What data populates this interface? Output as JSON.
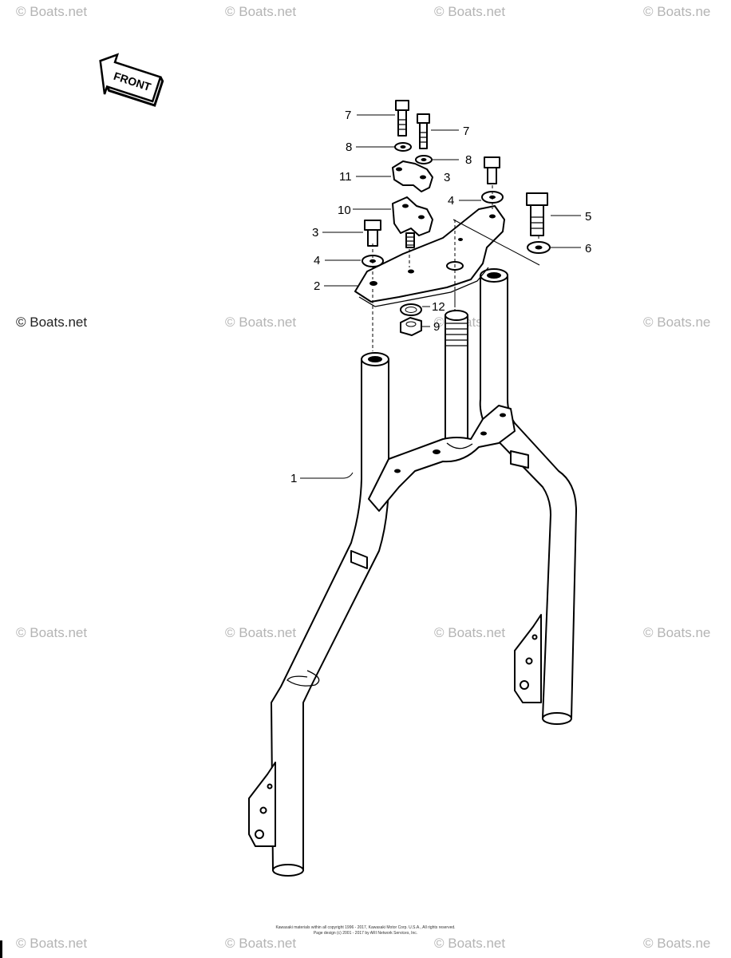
{
  "watermark": "© Boats.net",
  "watermark_cut": "© Boats.ne",
  "front_label": "FRONT",
  "callouts": {
    "c1": "1",
    "c2": "2",
    "c3a": "3",
    "c3b": "3",
    "c4a": "4",
    "c4b": "4",
    "c5": "5",
    "c6": "6",
    "c7a": "7",
    "c7b": "7",
    "c8a": "8",
    "c8b": "8",
    "c9": "9",
    "c10": "10",
    "c11": "11",
    "c12": "12"
  },
  "copyright": {
    "line1": "Kawasaki materials within all copyright 1996 - 2017, Kawasaki Motor Corp. U.S.A., All rights reserved.",
    "line2": "Page design (c) 2001 - 2017 by ARI Network Services, Inc."
  }
}
